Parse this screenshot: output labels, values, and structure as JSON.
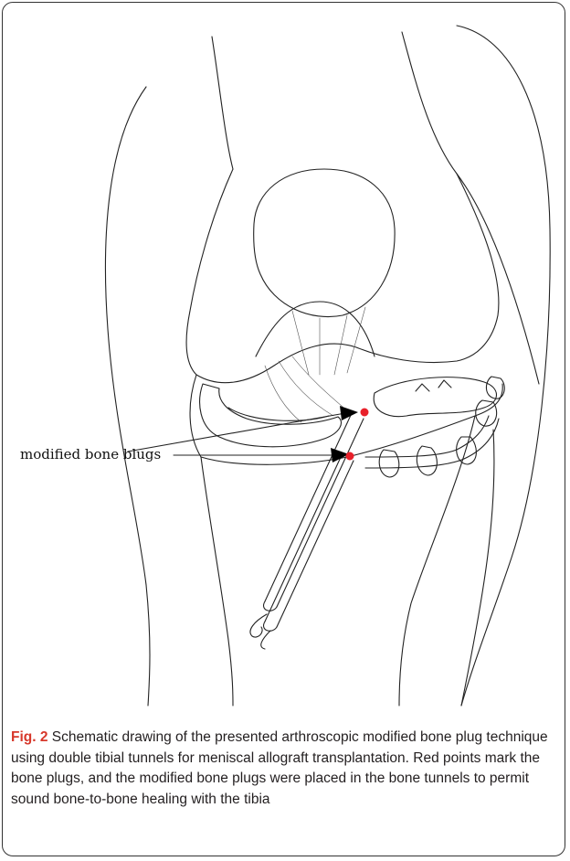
{
  "figure": {
    "callout_label": "modified bone blugs",
    "colors": {
      "bone_plug_marker": "#e8202a",
      "caption_label": "#d7382b",
      "line": "#222222"
    }
  },
  "caption": {
    "label": "Fig. 2",
    "text": " Schematic drawing of the presented arthroscopic modified bone plug technique using double tibial tunnels for meniscal allograft transplantation. Red points mark the bone plugs, and the modified bone plugs were placed in the bone tunnels to permit sound bone-to-bone healing with the tibia"
  }
}
